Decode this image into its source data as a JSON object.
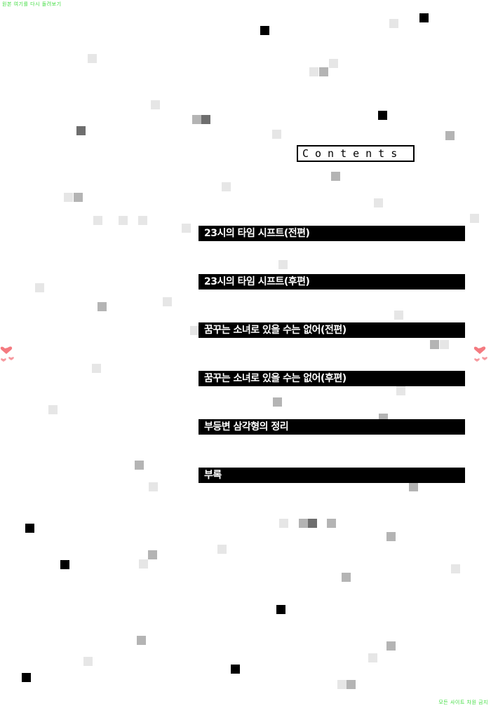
{
  "header": {
    "top_note": "원본 여기를 다시 돌려보기"
  },
  "footer": {
    "bottom_note": "모든 사이트 차원 금지"
  },
  "contents": {
    "title": "Contents",
    "items": [
      {
        "label": "23시의 타임 시프트(전편)"
      },
      {
        "label": "23시의 타임 시프트(후편)"
      },
      {
        "label": "꿈꾸는 소녀로 있을 수는 없어(전편)"
      },
      {
        "label": "꿈꾸는 소녀로 있을 수는 없어(후편)"
      },
      {
        "label": "부등변 삼각형의 정리"
      },
      {
        "label": "부록"
      }
    ]
  },
  "colors": {
    "accent_text": "#3fdc3f",
    "heart": "#f47a80",
    "bar": "#000000"
  }
}
